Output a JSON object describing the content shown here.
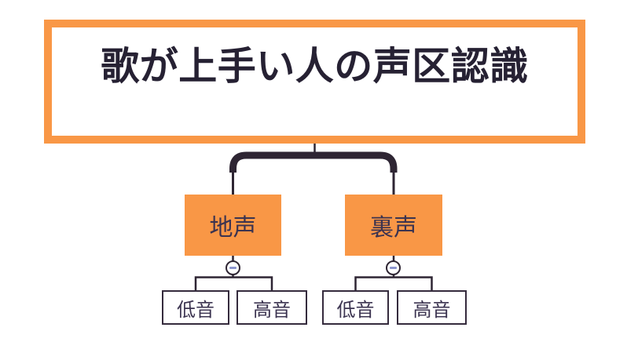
{
  "colors": {
    "node_orange": "#f99746",
    "connector_dark": "#2e2533",
    "title_text": "#262133",
    "node_text": "#3b3350",
    "leaf_border": "#352b3d",
    "collapse_minus": "#8d96cf",
    "background": "#ffffff"
  },
  "mindmap": {
    "root": {
      "label": "歌が上手い人の声区認識"
    },
    "branches": [
      {
        "label": "地声",
        "collapse_icon": "minus-icon",
        "children": [
          {
            "label": "低音"
          },
          {
            "label": "高音"
          }
        ]
      },
      {
        "label": "裏声",
        "collapse_icon": "minus-icon",
        "children": [
          {
            "label": "低音"
          },
          {
            "label": "高音"
          }
        ]
      }
    ]
  }
}
